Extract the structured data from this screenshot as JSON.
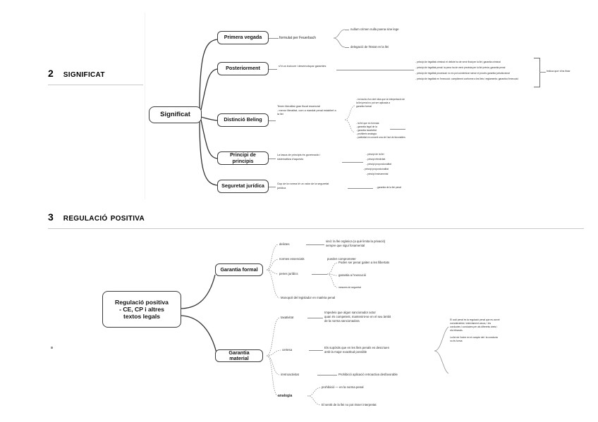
{
  "document": {
    "sections": [
      {
        "number": "2",
        "title": "Significat"
      },
      {
        "number": "3",
        "title": "Regulació positiva"
      }
    ]
  },
  "mindmap_significat": {
    "root": "Significat",
    "branches": [
      {
        "label": "Primera vegada",
        "note": "formulat per Feuerbach",
        "children": [
          "nullum crimen nulla poena sine lege",
          "delegació de l'Estat en la llei"
        ]
      },
      {
        "label": "Posteriorment",
        "note": "s'hi va incloure i desenvolupar garanties",
        "children": [
          "- principi de legalitat criminal: el delicte ha de venir fixat per la llei; garantia criminal",
          "- principi de legalitat penal: la pena ha de venir prevista per la llei prèvia; garantia penal",
          "- principi de legalitat processal: no es pot condemnar sense el procés garantia jurisdiccional",
          "- principi de legalitat en l'execució: compliment conforme a les lleis i reglaments; garantia d'execució"
        ],
        "bracket_note": "Indica que s'ha fixar"
      },
      {
        "label": "Distinció Beling",
        "note": "Tenen literalitat gran fiscal essencial\n- menor literalitat, com a mandat penal establert a la llei",
        "children": [
          "- es tracta d'un dret idea que la interpretació de\n   la llei penal no pot ser aplicada a\n   garantia formal",
          "- la llei que es formula:\n   - garantia legal de la\n   - garantia taxativitat\n   - prohibeix analogia\n   - publicitat en concret una de l'act de favorables"
        ]
      },
      {
        "label": "Principi de principis",
        "note": "La tasca de principis és governada i\nsistematitza d'aquests",
        "children": [
          "- principi de la llei",
          "- principi efectivitat",
          "- principi proporcionalitat",
          "- principi proporcionalitat",
          "- principi instrumental"
        ]
      },
      {
        "label": "Seguretat jurídica",
        "note": "Gup de la norma té un valor de la seguretat\njurídica",
        "children": [
          "- garantia de la llei penal"
        ]
      }
    ]
  },
  "mindmap_regulacio": {
    "root": "Regulació positiva\n- CE, CP i altres\ntextos legals",
    "branches": [
      {
        "label": "Garantia formal",
        "children": [
          {
            "label": "delictes",
            "note": "sinó: la llei orgànica (a què limita la privació)\nsempre que sigui fonamental"
          },
          {
            "label": "normes essencials",
            "note": "pueden comprometer"
          },
          {
            "label": "penes jurídics",
            "note": "",
            "subchildren": [
              "Poden ser penar gaiten a les llibertats",
              "garantia a l'execució",
              "mesures de seguretat"
            ]
          },
          {
            "label": "Monopoli del legislador en matèria penal",
            "note": ""
          }
        ]
      },
      {
        "label": "Garantia material",
        "children": [
          {
            "label": "taxativitat",
            "note": "Impedeix que algun sancionador actuï\nquan és competent, mantenint-se en el seu àmbit\nde la norma sancionadora"
          },
          {
            "label": "certesa",
            "note": "Els supòsits que en les lleis penals es descriuen\namb la major exactitud possible",
            "side_note": "El codi penal és la regulació penal que es convé\nconsiderables i estrictament casos, i les\nconductes i conductes per als diferents drets i\nels tribunals.\n\nLa llei de l'ordre en el compte del i la conducta\nno és forma"
          },
          {
            "label": "irretroactivitat",
            "note": "Prohibició aplicació retroactiva desfavorable"
          },
          {
            "label": "analogia",
            "note": "",
            "subchildren": [
              "prohibició — en la norma penal",
              "El sentit de la llei no pot ésser interpretat"
            ]
          }
        ]
      }
    ]
  }
}
